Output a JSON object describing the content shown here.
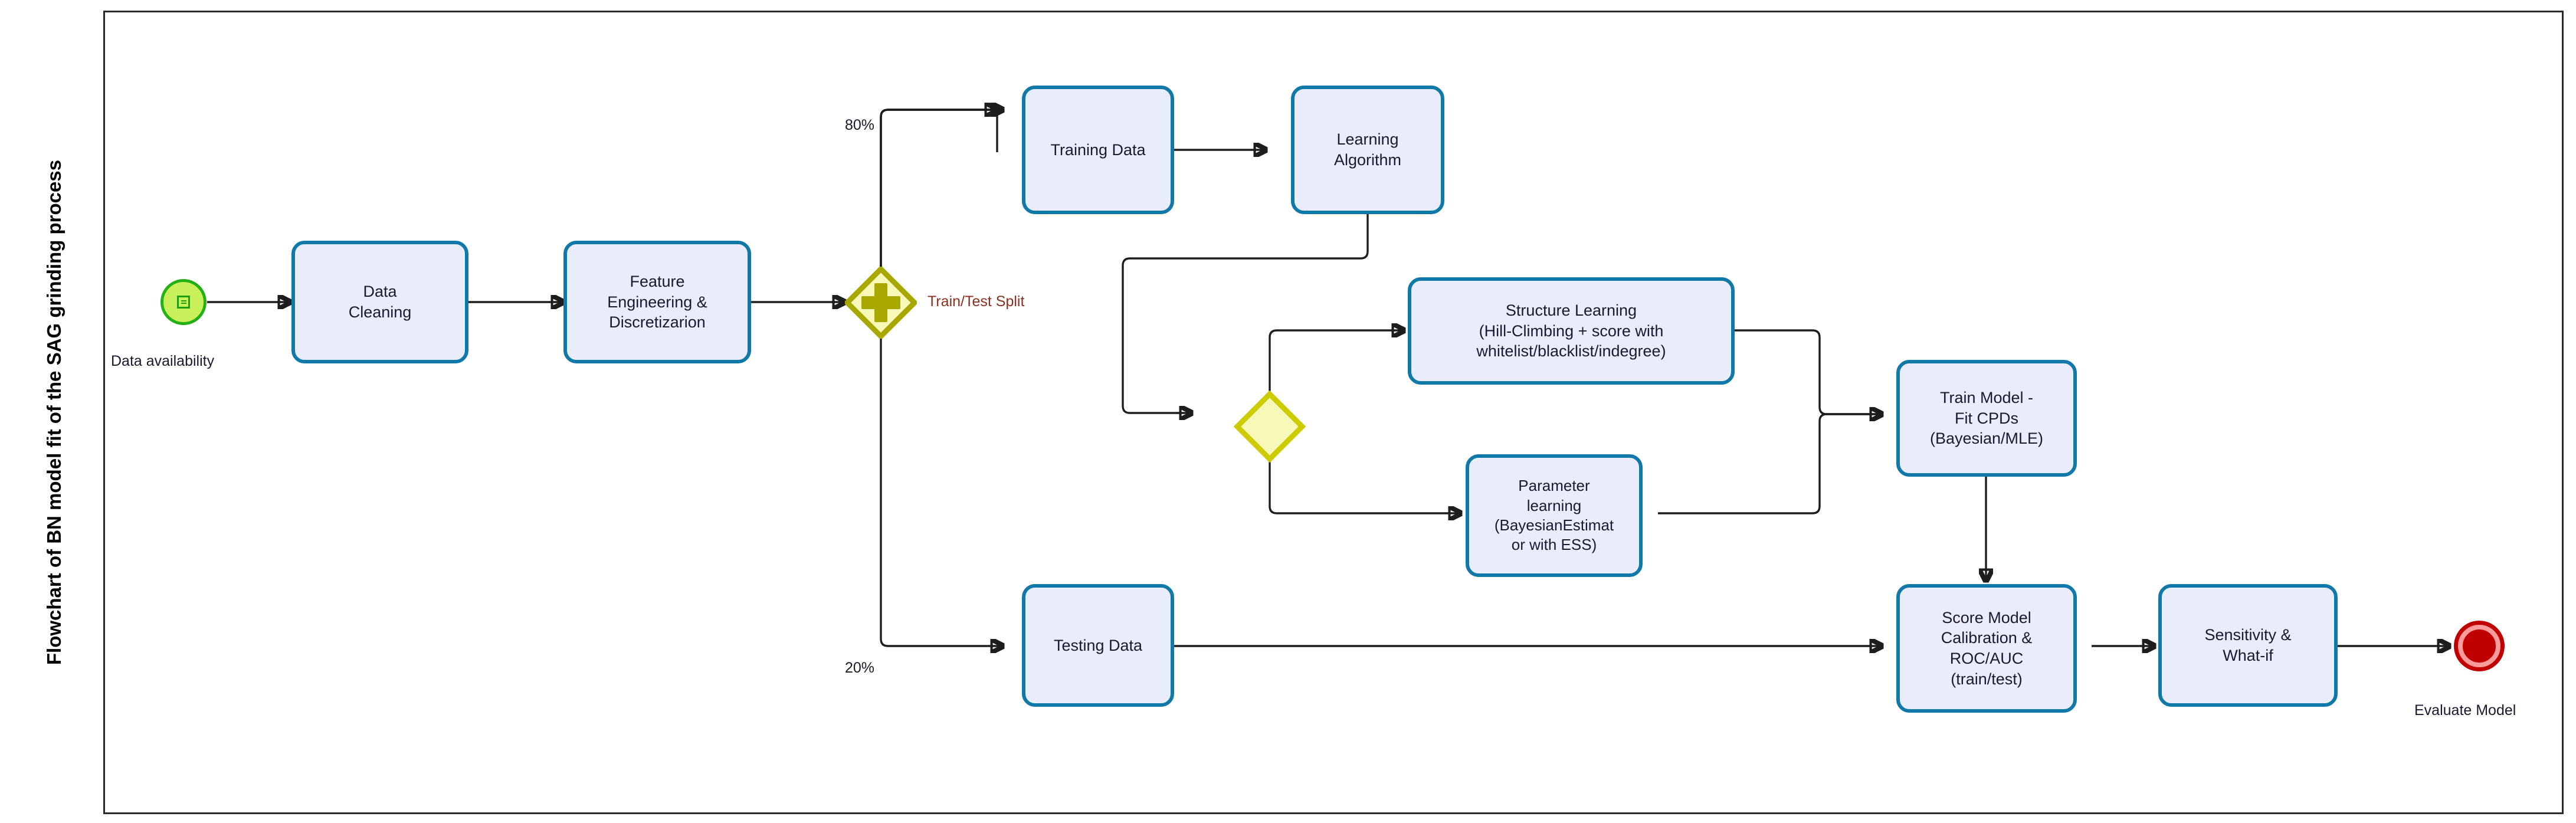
{
  "lane": {
    "title": "Flowchart of BN model fit of the SAG grinding process"
  },
  "events": {
    "start": {
      "name": "Data availability",
      "icon": "rule-task-icon",
      "fill": "#c8f05a",
      "stroke": "#22b014"
    },
    "end": {
      "name": "Evaluate Model",
      "fill": "#c00000",
      "stroke": "#ff9a9a"
    }
  },
  "gateways": {
    "split": {
      "type": "parallel",
      "label": "Train/Test Split",
      "label_color": "#8c3021",
      "fill": "#f8f8b8",
      "stroke": "#a8a800"
    },
    "learning_branch": {
      "type": "exclusive",
      "label": "",
      "fill": "#f8f8b8",
      "stroke": "#cccc00"
    }
  },
  "tasks": {
    "data_cleaning": {
      "lines": [
        "Data",
        "Cleaning"
      ]
    },
    "feature_engineering": {
      "lines": [
        "Feature",
        "Engineering &",
        "Discretizarion"
      ]
    },
    "training_data": {
      "lines": [
        "Training Data"
      ]
    },
    "learning_algorithm": {
      "lines": [
        "Learning",
        "Algorithm"
      ]
    },
    "structure_learning": {
      "lines": [
        "Structure Learning",
        "(Hill-Climbing + score with",
        "whitelist/blacklist/indegree)"
      ]
    },
    "parameter_learning": {
      "lines": [
        "Parameter",
        "learning",
        "(BayesianEstimat",
        "or with ESS)"
      ]
    },
    "train_model": {
      "lines": [
        "Train Model -",
        "Fit CPDs",
        "(Bayesian/MLE)"
      ]
    },
    "testing_data": {
      "lines": [
        "Testing Data"
      ]
    },
    "score_model": {
      "lines": [
        "Score Model",
        "Calibration &",
        "ROC/AUC",
        "(train/test)"
      ]
    },
    "sensitivity": {
      "lines": [
        "Sensitivity &",
        "What-if"
      ]
    }
  },
  "flow_labels": {
    "train_pct": "80%",
    "test_pct": "20%"
  },
  "colors": {
    "task_fill": "#e9ecfb",
    "task_stroke": "#1079a8",
    "gateway_fill": "#f8f8b8",
    "gateway_stroke": "#a8a800",
    "connector": "#1d1d1d",
    "pool_border": "#2b2b2b"
  }
}
